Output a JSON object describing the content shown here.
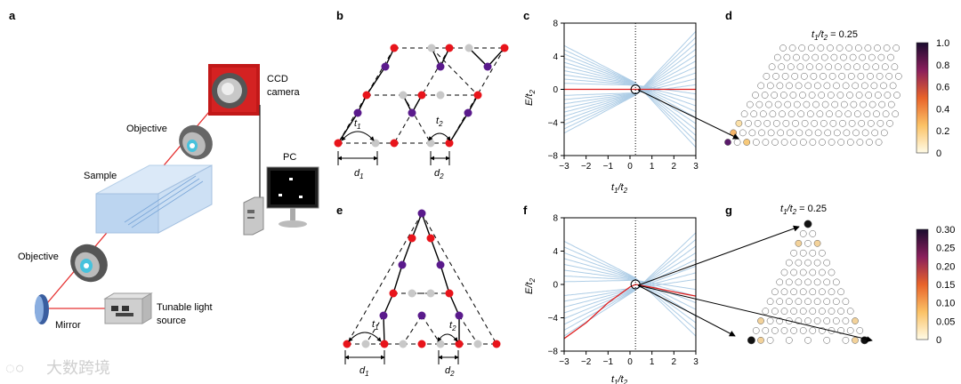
{
  "panels": {
    "a": {
      "label": "a",
      "ccd": [
        "CCD",
        "camera"
      ],
      "objective_top": "Objective",
      "objective_bottom": "Objective",
      "sample": "Sample",
      "pc": "PC",
      "mirror": "Mirror",
      "light": [
        "Tunable light",
        "source"
      ]
    },
    "b": {
      "label": "b",
      "t1": "t",
      "t1_sub": "1",
      "t2": "t",
      "t2_sub": "2",
      "d1": "d",
      "d1_sub": "1",
      "d2": "d",
      "d2_sub": "2"
    },
    "c": {
      "label": "c",
      "ylabel": "E/t",
      "ylabel_sub": "2",
      "xlabel": "t",
      "xlabel_sub1": "1",
      "xlabel_sep": "/t",
      "xlabel_sub2": "2"
    },
    "d": {
      "label": "d",
      "title": "t",
      "title_sub1": "1",
      "title_sep": "/t",
      "title_sub2": "2",
      "title_value": " = 0.25",
      "colorbar_ticks": [
        "1.0",
        "0.8",
        "0.6",
        "0.4",
        "0.2",
        "0"
      ]
    },
    "e": {
      "label": "e",
      "t1": "t",
      "t1_sub": "1",
      "t2": "t",
      "t2_sub": "2",
      "d1": "d",
      "d1_sub": "1",
      "d2": "d",
      "d2_sub": "2"
    },
    "f": {
      "label": "f",
      "ylabel": "E/t",
      "ylabel_sub": "2",
      "xlabel": "t",
      "xlabel_sub1": "1",
      "xlabel_sep": "/t",
      "xlabel_sub2": "2"
    },
    "g": {
      "label": "g",
      "title": "t",
      "title_sub1": "1",
      "title_sep": "/t",
      "title_sub2": "2",
      "title_value": " = 0.25",
      "colorbar_ticks": [
        "0.30",
        "0.25",
        "0.20",
        "0.15",
        "0.10",
        "0.05",
        "0"
      ]
    }
  },
  "watermark": "大数跨境",
  "colors": {
    "red": "#e8141b",
    "purple": "#5a1a8c",
    "grey": "#c8c8c8",
    "band": "#aecde6",
    "edge_red": "#e02020"
  },
  "chart_data": [
    {
      "type": "line",
      "panel": "c",
      "xlabel": "t1/t2",
      "ylabel": "E/t2",
      "xlim": [
        -3,
        3
      ],
      "ylim": [
        -8,
        8
      ],
      "x_ticks": [
        "-3",
        "-2",
        "-1",
        "0",
        "1",
        "2",
        "3"
      ],
      "y_ticks": [
        "8",
        "4",
        "0",
        "-4",
        "-8"
      ],
      "band_count": 20,
      "highlight_series": {
        "name": "",
        "x": [
          -3,
          3
        ],
        "y": [
          0,
          0
        ]
      },
      "marked_point": {
        "x": 0.25,
        "y": 0
      }
    },
    {
      "type": "line",
      "panel": "f",
      "xlabel": "t1/t2",
      "ylabel": "E/t2",
      "xlim": [
        -3,
        3
      ],
      "ylim": [
        -8,
        8
      ],
      "x_ticks": [
        "-3",
        "-2",
        "-1",
        "0",
        "1",
        "2",
        "3"
      ],
      "y_ticks": [
        "8",
        "4",
        "0",
        "-4",
        "-8"
      ],
      "band_count": 16,
      "highlight_series": {
        "name": "",
        "x": [
          -3,
          -2,
          -1,
          0,
          0.25,
          1,
          2,
          3
        ],
        "y": [
          -6.5,
          -4.6,
          -2.2,
          -0.3,
          0,
          -0.35,
          -0.9,
          -1.4
        ]
      },
      "marked_point": {
        "x": 0.25,
        "y": 0
      }
    },
    {
      "type": "heatmap",
      "panel": "d",
      "colorbar_range": [
        0,
        1.0
      ],
      "highlighted_sites": [
        {
          "row": 0,
          "col": 0,
          "value": 0.85
        },
        {
          "row": 0,
          "col": 2,
          "value": 0.25
        },
        {
          "row": 1,
          "col": 0,
          "value": 0.2
        },
        {
          "row": 2,
          "col": 0,
          "value": 0.1
        }
      ]
    },
    {
      "type": "heatmap",
      "panel": "g",
      "colorbar_range": [
        0,
        0.3
      ],
      "corner_value": 0.3,
      "edge_value": 0.05
    }
  ]
}
